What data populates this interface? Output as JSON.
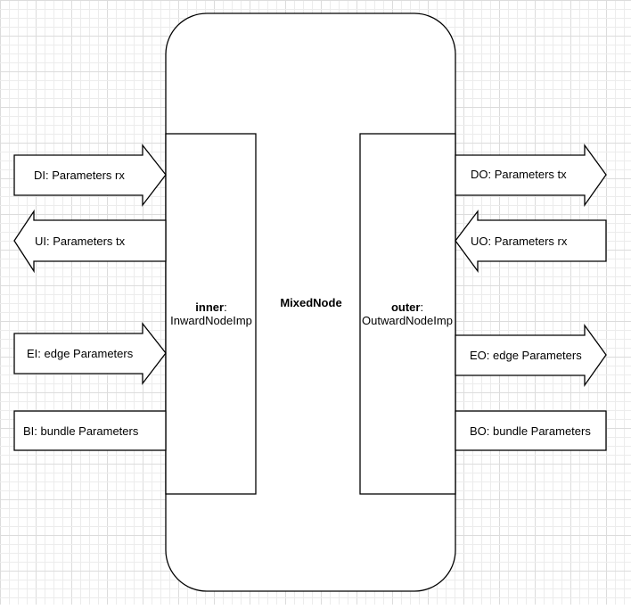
{
  "colors": {
    "background": "#ffffff",
    "stroke": "#000000",
    "grid_minor": "#ececec",
    "grid_major": "#dcdcdc"
  },
  "node": {
    "title": "MixedNode"
  },
  "inner": {
    "name": "inner",
    "sep": ":",
    "type": "InwardNodeImp"
  },
  "outer": {
    "name": "outer",
    "sep": ":",
    "type": "OutwardNodeImp"
  },
  "left_ports": {
    "di": "DI: Parameters rx",
    "ui": "UI: Parameters tx",
    "ei": "EI: edge Parameters",
    "bi": "BI: bundle Parameters"
  },
  "right_ports": {
    "do": "DO: Parameters tx",
    "uo": "UO: Parameters rx",
    "eo": "EO: edge Parameters",
    "bo": "BO: bundle Parameters"
  }
}
